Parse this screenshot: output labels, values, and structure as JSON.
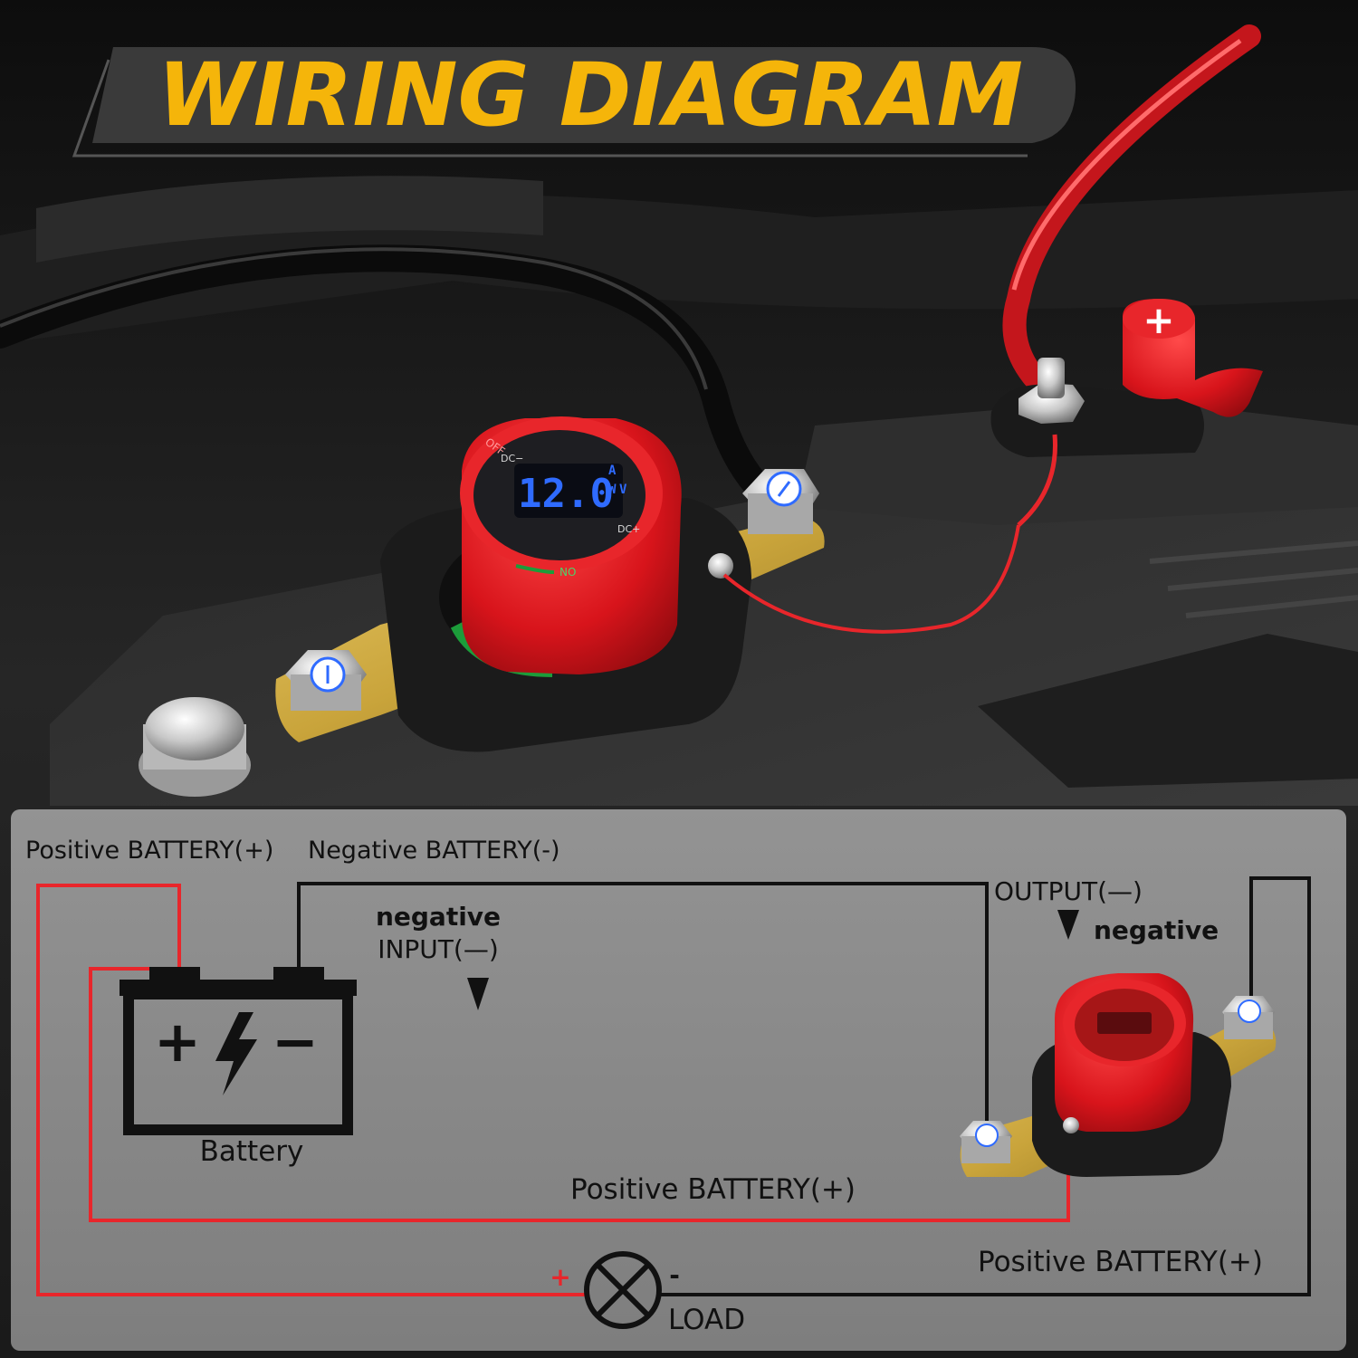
{
  "title": "WIRING DIAGRAM",
  "photo": {
    "display_reading": "12.0",
    "unit_a": "A",
    "unit_w": "W",
    "unit_v": "V",
    "dc_minus": "DC−",
    "dc_plus": "DC+",
    "knob_off": "OFF",
    "knob_on": "NO",
    "cap_symbol": "+"
  },
  "diagram": {
    "label_positive_battery_top": "Positive BATTERY(+)",
    "label_negative_battery": "Negative BATTERY(-)",
    "label_negative": "negative",
    "label_input": "INPUT(—)",
    "label_output": "OUTPUT(—)",
    "label_negative_right": "negative",
    "label_battery": "Battery",
    "label_positive_battery_middle": "Positive BATTERY(+)",
    "label_positive_battery_bottom": "Positive BATTERY(+)",
    "load_plus": "+",
    "load_minus": "-",
    "label_load": "LOAD",
    "battery_plus": "+",
    "battery_minus": "−"
  },
  "colors": {
    "title_yellow": "#f5b50a",
    "wire_red": "#e8262b",
    "wire_black": "#111111",
    "knob_red": "#d8141b",
    "brass": "#c9a43b",
    "display_blue": "#2f6bff",
    "panel_gray": "#8a8a8a"
  }
}
